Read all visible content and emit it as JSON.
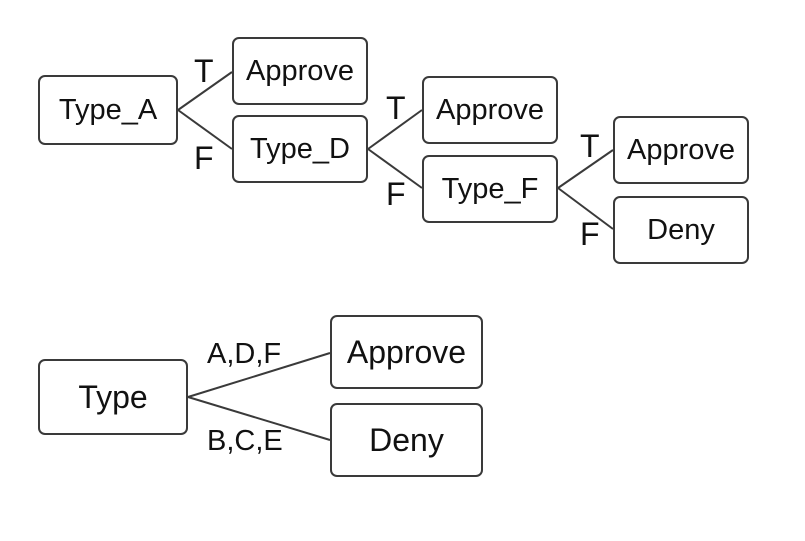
{
  "tree_expanded": {
    "nodes": {
      "type_a": "Type_A",
      "approve_1": "Approve",
      "type_d": "Type_D",
      "approve_2": "Approve",
      "type_f": "Type_F",
      "approve_3": "Approve",
      "deny_1": "Deny"
    },
    "edge_labels": {
      "a_true": "T",
      "a_false": "F",
      "d_true": "T",
      "d_false": "F",
      "f_true": "T",
      "f_false": "F"
    }
  },
  "tree_grouped": {
    "nodes": {
      "type": "Type",
      "approve": "Approve",
      "deny": "Deny"
    },
    "edge_labels": {
      "approve_branch": "A,D,F",
      "deny_branch": "B,C,E"
    }
  },
  "colors": {
    "stroke": "#3a3a3a",
    "text": "#111111",
    "background": "#ffffff"
  }
}
